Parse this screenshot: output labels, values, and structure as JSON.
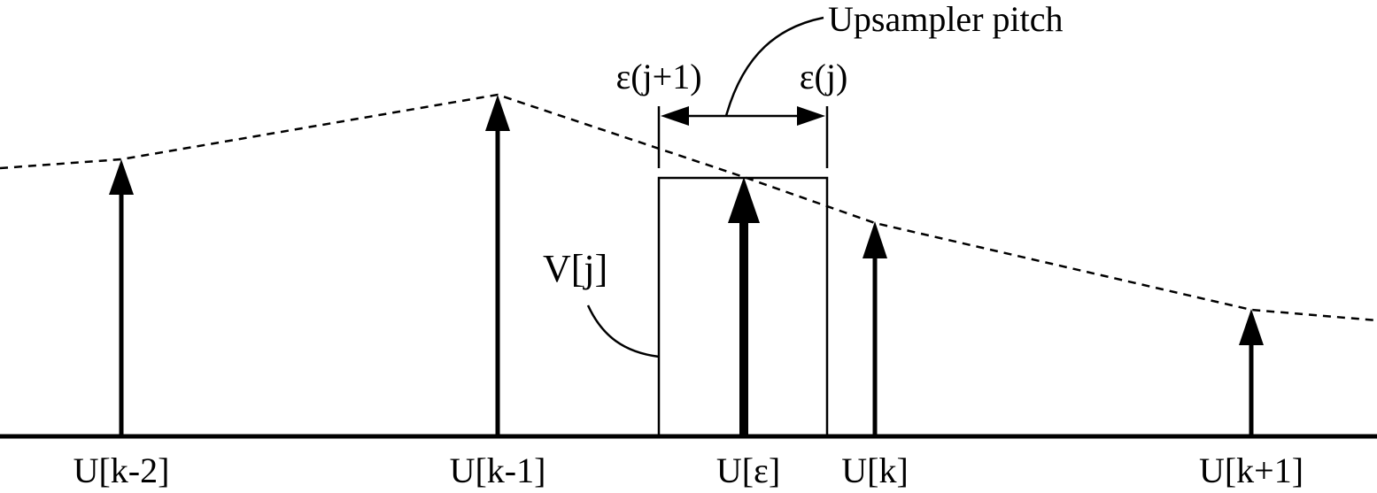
{
  "diagram": {
    "title_annotation": "Upsampler pitch",
    "pitch_left_label": "ε(j+1)",
    "pitch_right_label": "ε(j)",
    "window_label": "V[j]",
    "samples": [
      {
        "id": "u-k-2",
        "label": "U[k-2]"
      },
      {
        "id": "u-k-1",
        "label": "U[k-1]"
      },
      {
        "id": "u-eps",
        "label": "U[ε]"
      },
      {
        "id": "u-k",
        "label": "U[k]"
      },
      {
        "id": "u-k-plus-1",
        "label": "U[k+1]"
      }
    ],
    "colors": {
      "ink": "#000000",
      "background": "#ffffff"
    }
  }
}
